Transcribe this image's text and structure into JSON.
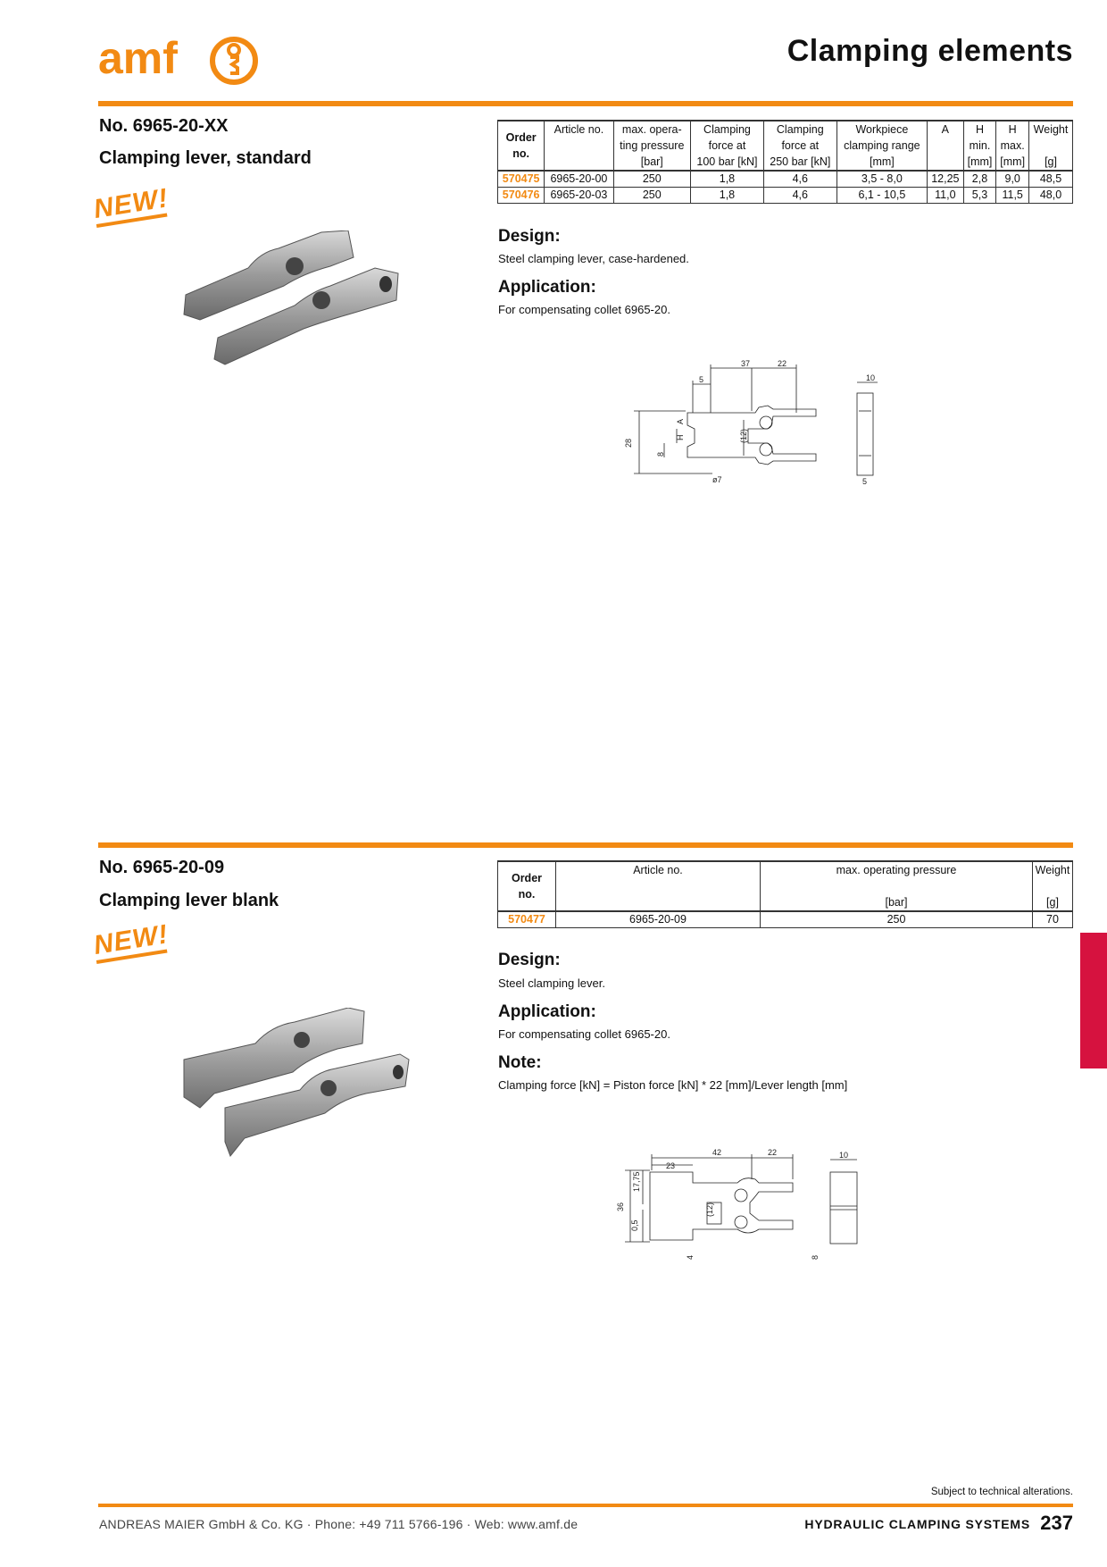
{
  "header": {
    "logo_text": "amf",
    "title": "Clamping elements"
  },
  "section1": {
    "number": "No. 6965-20-XX",
    "name": "Clamping lever, standard",
    "badge": "NEW!",
    "table": {
      "headers": [
        [
          "Order",
          "no."
        ],
        [
          "Article no.",
          "",
          ""
        ],
        [
          "max. opera-",
          "ting pressure",
          "[bar]"
        ],
        [
          "Clamping",
          "force at",
          "100 bar [kN]"
        ],
        [
          "Clamping",
          "force at",
          "250 bar [kN]"
        ],
        [
          "Workpiece",
          "clamping range",
          "[mm]"
        ],
        [
          "A",
          "",
          ""
        ],
        [
          "H",
          "min.",
          "[mm]"
        ],
        [
          "H",
          "max.",
          "[mm]"
        ],
        [
          "Weight",
          "",
          "[g]"
        ]
      ],
      "rows": [
        [
          "570475",
          "6965-20-00",
          "250",
          "1,8",
          "4,6",
          "3,5 - 8,0",
          "12,25",
          "2,8",
          "9,0",
          "48,5"
        ],
        [
          "570476",
          "6965-20-03",
          "250",
          "1,8",
          "4,6",
          "6,1 - 10,5",
          "11,0",
          "5,3",
          "11,5",
          "48,0"
        ]
      ]
    },
    "design_heading": "Design:",
    "design_text": "Steel clamping lever, case-hardened.",
    "application_heading": "Application:",
    "application_text": "For compensating collet 6965-20.",
    "drawing_labels": {
      "d37": "37",
      "d22": "22",
      "d5": "5",
      "d10": "10",
      "d28": "28",
      "d8": "8",
      "dA": "A",
      "dH": "H",
      "d12": "(12)",
      "d7": "ø7",
      "d5b": "5"
    }
  },
  "section2": {
    "number": "No. 6965-20-09",
    "name": "Clamping lever blank",
    "badge": "NEW!",
    "table": {
      "headers": [
        [
          "Order",
          "no."
        ],
        [
          "Article no.",
          ""
        ],
        [
          "max. operating pressure",
          "[bar]"
        ],
        [
          "Weight",
          "[g]"
        ]
      ],
      "rows": [
        [
          "570477",
          "6965-20-09",
          "250",
          "70"
        ]
      ]
    },
    "design_heading": "Design:",
    "design_text": "Steel clamping lever.",
    "application_heading": "Application:",
    "application_text": "For compensating collet 6965-20.",
    "note_heading": "Note:",
    "note_text": "Clamping force [kN] = Piston force [kN] * 22 [mm]/Lever length [mm]",
    "drawing_labels": {
      "d42": "42",
      "d22": "22",
      "d23": "23",
      "d10": "10",
      "d36": "36",
      "d1775": "17,75",
      "d05": "0,5",
      "d12": "(12)",
      "d4": "4",
      "d8": "8"
    }
  },
  "footer": {
    "note": "Subject to technical alterations.",
    "address": "ANDREAS MAIER GmbH & Co. KG · Phone: +49 711 5766-196 · Web: www.amf.de",
    "system": "HYDRAULIC CLAMPING SYSTEMS",
    "page": "237"
  },
  "colors": {
    "accent": "#f28a13",
    "tab": "#d6123f"
  }
}
